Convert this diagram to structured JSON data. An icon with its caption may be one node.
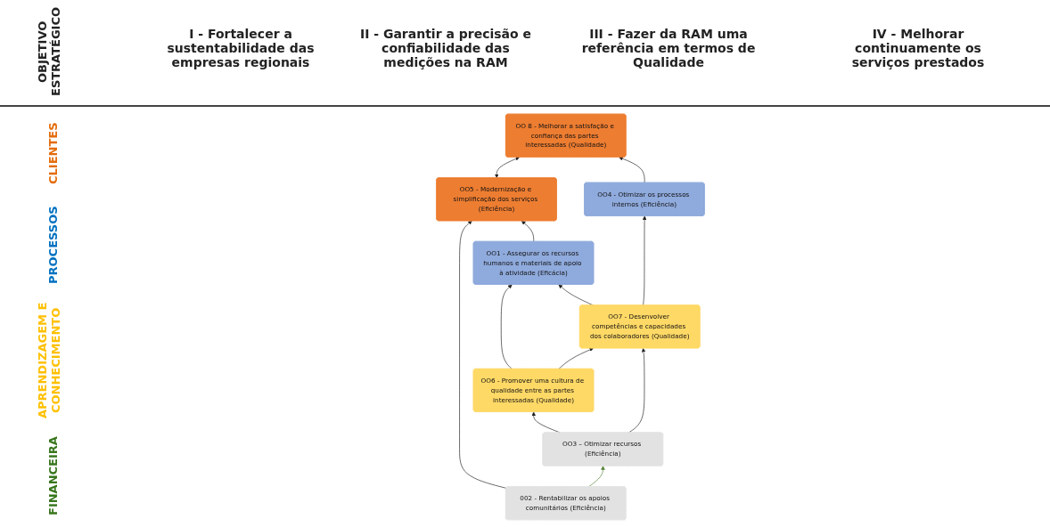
{
  "diagram": {
    "nodes": [
      {
        "text": [
          "OO5 - Modernização e simplificação dos serviços (Eficiência)"
        ]
      },
      {
        "text": [
          "OO 8 - Melhorar a satisfação e confiança das partes interessadas (Qualidade)"
        ]
      },
      {
        "text": [
          "OO1 - Assegurar os recursos humanos e materiais de apoio à atividade (Eficácia)"
        ]
      },
      {
        "text": [
          "OO4 - Otimizar os processos internos (Eficiência)"
        ]
      },
      {
        "text": [
          "OO6 - Promover uma cultura de qualidade entre as partes interessadas (Qualidade)"
        ]
      },
      {
        "text": [
          "OO7 - Desenvolver competências e capacidades dos colaboradores (Qualidade)"
        ]
      },
      {
        "text": [
          "002 - Rentabilizar os apoios comunitários (Eficiência)"
        ]
      },
      {
        "text": [
          "OO3 – Otimizar recursos (Eficiência)"
        ]
      }
    ],
    "edges": [
      {
        "from": 0,
        "to": 1,
        "arrow": "both"
      },
      {
        "from": 2,
        "to": 0,
        "arrow": "to"
      },
      {
        "from": 4,
        "to": 2,
        "arrow": "to"
      },
      {
        "from": 5,
        "to": 2,
        "arrow": "to"
      },
      {
        "from": 4,
        "to": 5,
        "arrow": "to"
      },
      {
        "from": 3,
        "to": 1,
        "arrow": "to"
      },
      {
        "from": 5,
        "to": 3,
        "arrow": "to"
      },
      {
        "from": 7,
        "to": 4,
        "arrow": "to"
      },
      {
        "from": 7,
        "to": 5,
        "arrow": "to"
      },
      {
        "from": 6,
        "to": 0,
        "arrow": "to"
      },
      {
        "from": 6,
        "to": 7,
        "arrow": "to",
        "color": "#548235"
      }
    ],
    "labels": [
      "OBJETIVO ESTRATÉGICO",
      "I - Fortalecer a sustentabilidade das empresas regionais",
      "II - Garantir a precisão e confiabilidade das medições na RAM",
      "III - Fazer da RAM uma referência em termos de Qualidade",
      "IV - Melhorar continuamente os serviços prestados",
      "CLIENTES",
      "PROCESSOS",
      "APRENDIZAGEM E CONHECIMENTO",
      "FINANCEIRA"
    ]
  }
}
